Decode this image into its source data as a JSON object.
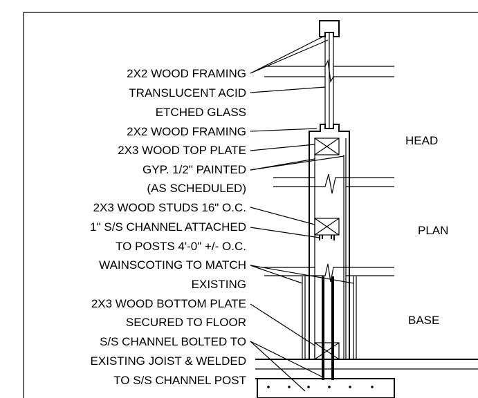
{
  "labels": {
    "l1": "2X2 WOOD FRAMING",
    "l2": "TRANSLUCENT ACID",
    "l3": "ETCHED GLASS",
    "l4": "2X2 WOOD FRAMING",
    "l5": "2X3 WOOD TOP PLATE",
    "l6": "GYP. 1/2\" PAINTED",
    "l7": "(AS SCHEDULED)",
    "l8": "2X3 WOOD STUDS 16\" O.C.",
    "l9": "1\" S/S CHANNEL ATTACHED",
    "l10": "TO POSTS 4'-0\" +/- O.C.",
    "l11": "WAINSCOTING TO MATCH",
    "l12": "EXISTING",
    "l13": "2X3 WOOD BOTTOM PLATE",
    "l14": "SECURED TO FLOOR",
    "l15": "S/S CHANNEL BOLTED TO",
    "l16": "EXISTING JOIST & WELDED",
    "l17": "TO S/S CHANNEL POST"
  },
  "sections": {
    "head": "HEAD",
    "plan": "PLAN",
    "base": "BASE"
  }
}
